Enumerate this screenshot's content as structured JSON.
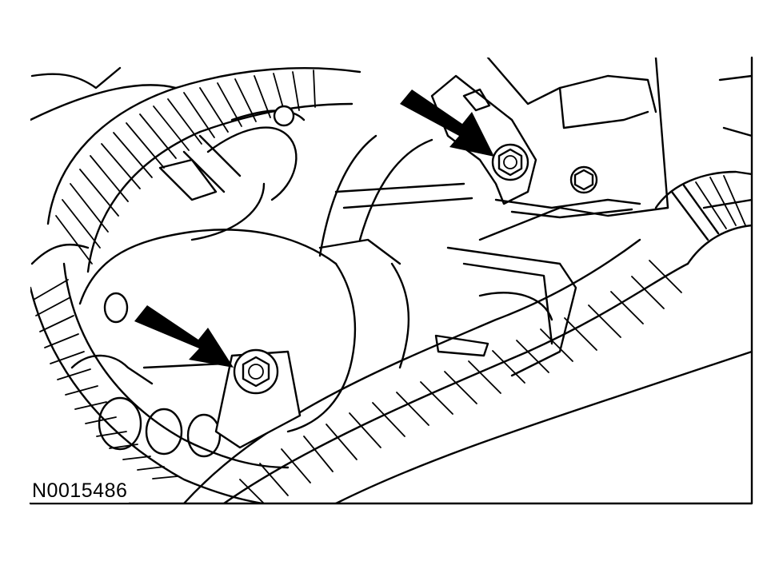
{
  "figure": {
    "id_label": "N0015486"
  },
  "callouts": [
    {
      "name": "upper-right-bolt",
      "pointer": "black-arrow"
    },
    {
      "name": "lower-left-bolt",
      "pointer": "black-arrow"
    }
  ],
  "colors": {
    "ink": "#000000",
    "background": "#ffffff"
  }
}
